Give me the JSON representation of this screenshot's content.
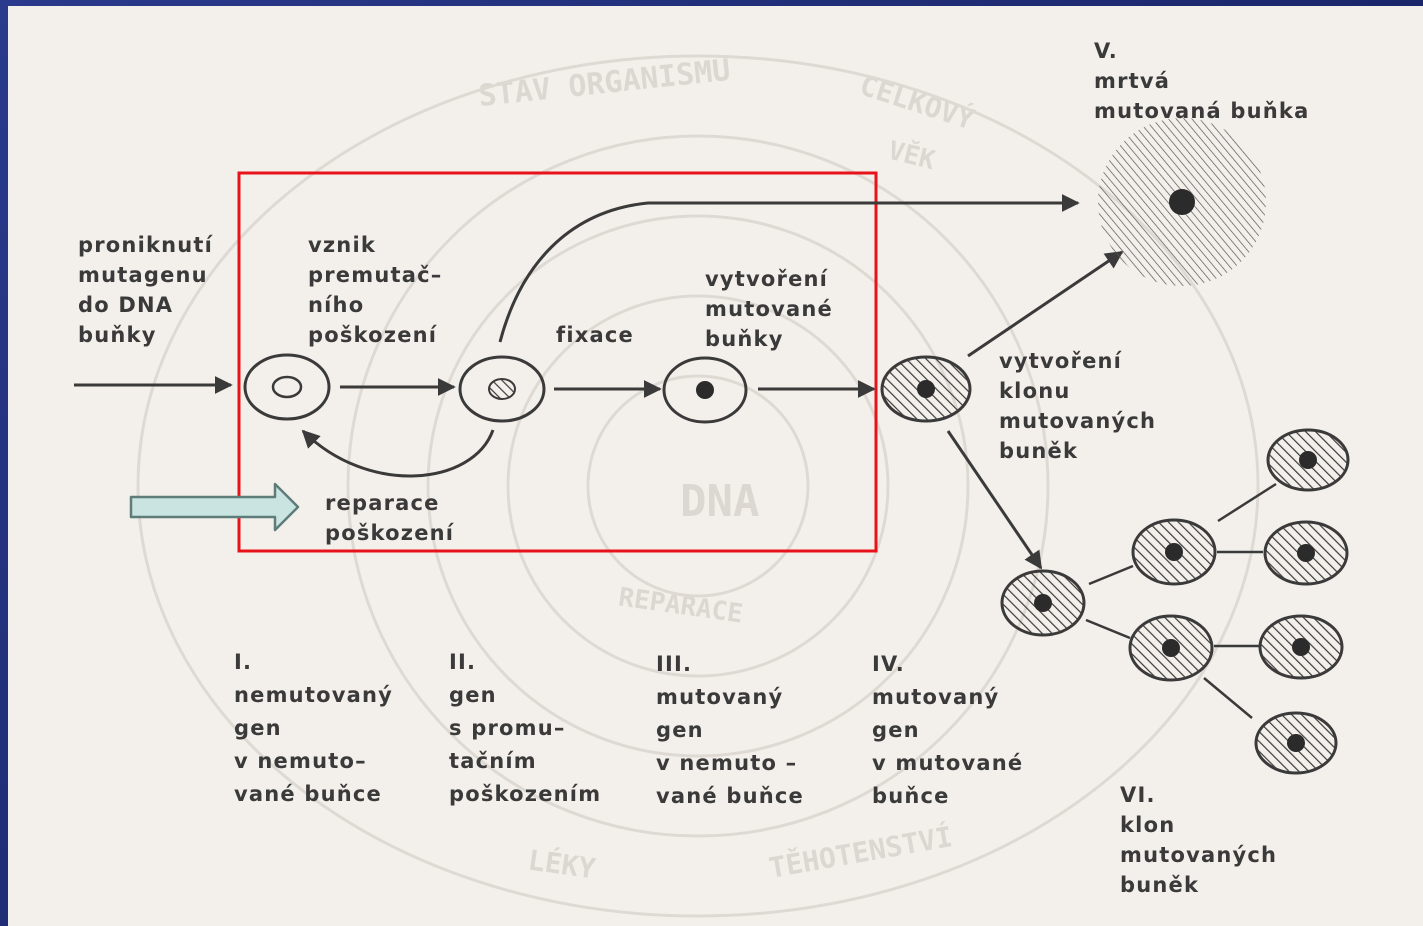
{
  "colors": {
    "background": "#f3f0eb",
    "ink": "#3a3a3a",
    "frame": "#1c2a6e",
    "highlight_box": "#e8131a",
    "pointer_arrow_fill": "#c9e4e1",
    "pointer_arrow_stroke": "#5e7c7a",
    "watermark": "#dcd8d1"
  },
  "labels": {
    "penetration": [
      "proniknutí",
      "mutagenu",
      "do DNA",
      "buňky"
    ],
    "premutation": [
      "vznik",
      "premutač–",
      "ního",
      "poškození"
    ],
    "fixation": "fixace",
    "mutated_cell_creation": [
      "vytvoření",
      "mutované",
      "buňky"
    ],
    "dead_cell": [
      "V.",
      "mrtvá",
      "mutovaná buňka"
    ],
    "clone_creation": [
      "vytvoření",
      "klonu",
      "mutovaných",
      "buněk"
    ],
    "repair": [
      "reparace",
      "poškození"
    ]
  },
  "stages": [
    {
      "lines": [
        "I.",
        "nemutovaný",
        "gen",
        "v nemuto–",
        "vané  buňce"
      ]
    },
    {
      "lines": [
        "II.",
        "gen",
        "s promu–",
        "tačním",
        "poškozením"
      ]
    },
    {
      "lines": [
        "III.",
        "mutovaný",
        "gen",
        "v nemuto –",
        "vané buňce"
      ]
    },
    {
      "lines": [
        "IV.",
        "mutovaný",
        "gen",
        "v mutované",
        "buňce"
      ]
    },
    {
      "lines": [
        "VI.",
        "klon",
        "mutovaných",
        "buněk"
      ]
    }
  ],
  "watermark": {
    "center": "DNA",
    "ring_1": "STAV ORGANISMU",
    "ring_2": "CELKOVÝ",
    "ring_3": "VĚK",
    "ring_4": "REPARACE",
    "ring_5": "TĚHOTENSTVÍ",
    "ring_6": "LÉKY"
  },
  "icons": [
    "cell-normal-icon",
    "cell-damaged-icon",
    "cell-mutated-icon",
    "cell-hatched-icon",
    "dead-cell-icon",
    "pointer-arrow-icon"
  ]
}
